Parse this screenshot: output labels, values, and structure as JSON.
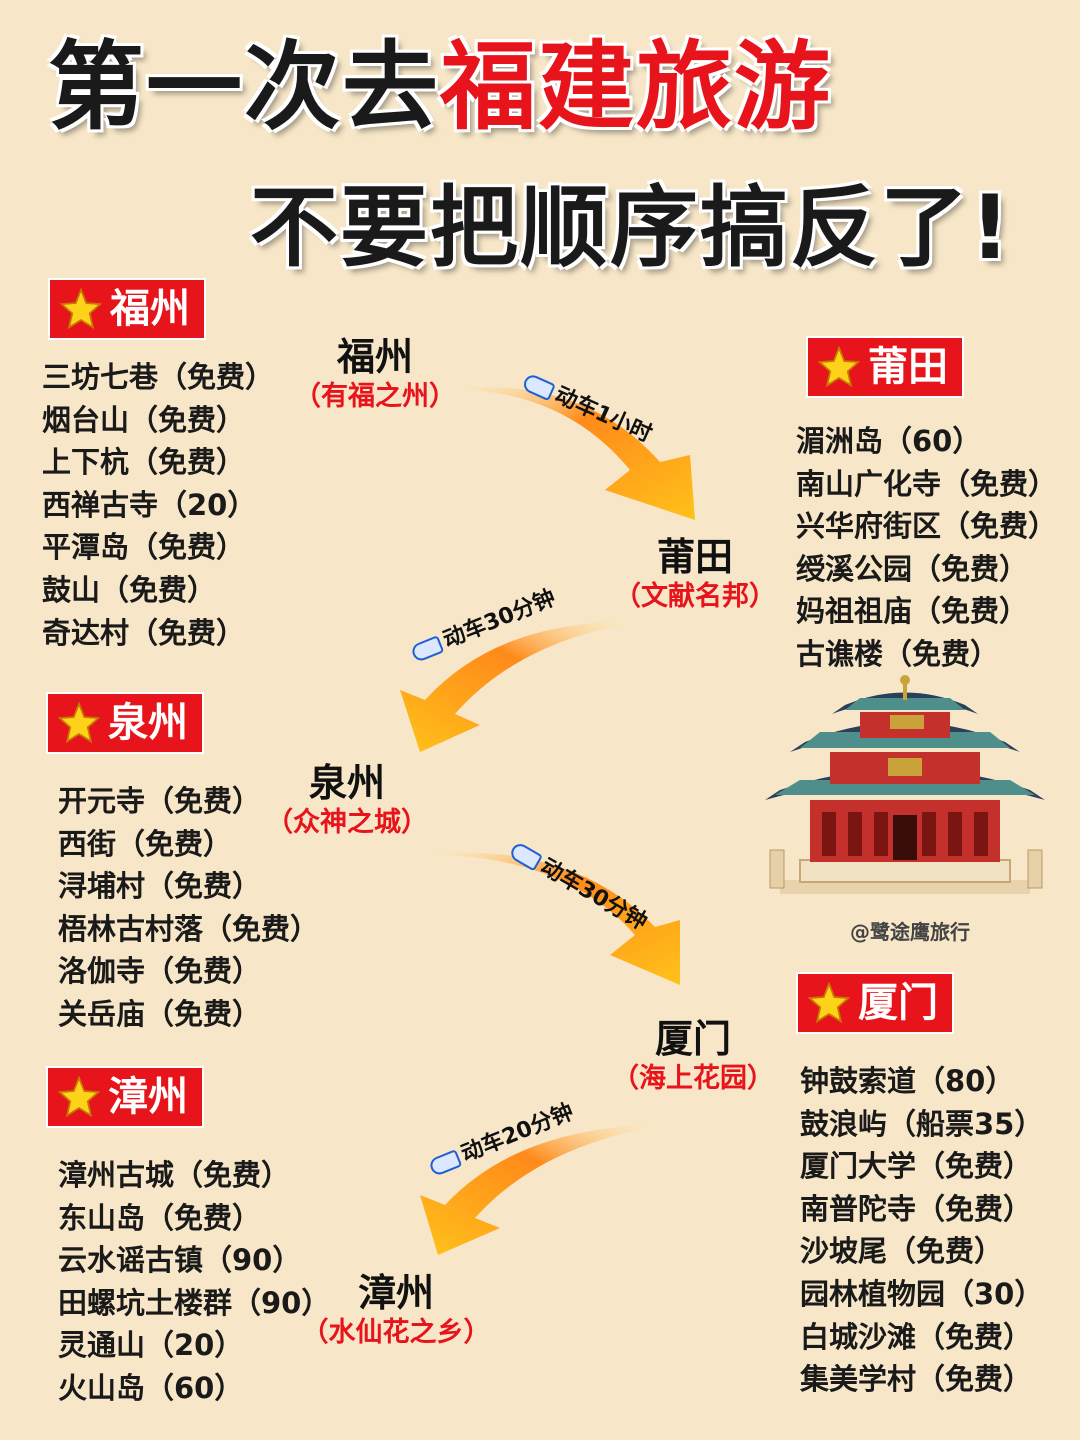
{
  "title": {
    "line1_black": "第一次去",
    "line1_red": "福建旅游",
    "line2": "不要把顺序搞反了!"
  },
  "regions": {
    "fuzhou": {
      "label": "福州",
      "items": [
        "三坊七巷（免费）",
        "烟台山（免费）",
        "上下杭（免费）",
        "西禅古寺（20）",
        "平潭岛（免费）",
        "鼓山（免费）",
        "奇达村（免费）"
      ]
    },
    "putian": {
      "label": "莆田",
      "items": [
        "湄洲岛（60）",
        "南山广化寺（免费）",
        "兴华府街区（免费）",
        "绶溪公园（免费）",
        "妈祖祖庙（免费）",
        "古谯楼（免费）"
      ]
    },
    "quanzhou": {
      "label": "泉州",
      "items": [
        "开元寺（免费）",
        "西街（免费）",
        "浔埔村（免费）",
        "梧林古村落（免费）",
        "洛伽寺（免费）",
        "关岳庙（免费）"
      ]
    },
    "xiamen": {
      "label": "厦门",
      "items": [
        "钟鼓索道（80）",
        "鼓浪屿（船票35）",
        "厦门大学（免费）",
        "南普陀寺（免费）",
        "沙坡尾（免费）",
        "园林植物园（30）",
        "白城沙滩（免费）",
        "集美学村（免费）"
      ]
    },
    "zhangzhou": {
      "label": "漳州",
      "items": [
        "漳州古城（免费）",
        "东山岛（免费）",
        "云水谣古镇（90）",
        "田螺坑土楼群（90）",
        "灵通山（20）",
        "火山岛（60）"
      ]
    }
  },
  "route": {
    "fuzhou": {
      "name": "福州",
      "sub": "（有福之州）"
    },
    "putian": {
      "name": "莆田",
      "sub": "（文献名邦）"
    },
    "quanzhou": {
      "name": "泉州",
      "sub": "（众神之城）"
    },
    "xiamen": {
      "name": "厦门",
      "sub": "（海上花园）"
    },
    "zhangzhou": {
      "name": "漳州",
      "sub": "（水仙花之乡）"
    }
  },
  "legs": [
    "动车1小时",
    "动车30分钟",
    "动车30分钟",
    "动车20分钟"
  ],
  "watermark": "@鹭途鹰旅行",
  "colors": {
    "accent_red": "#e8141c",
    "background": "#f7e7c8",
    "arrow_orange": "#f7931e"
  }
}
